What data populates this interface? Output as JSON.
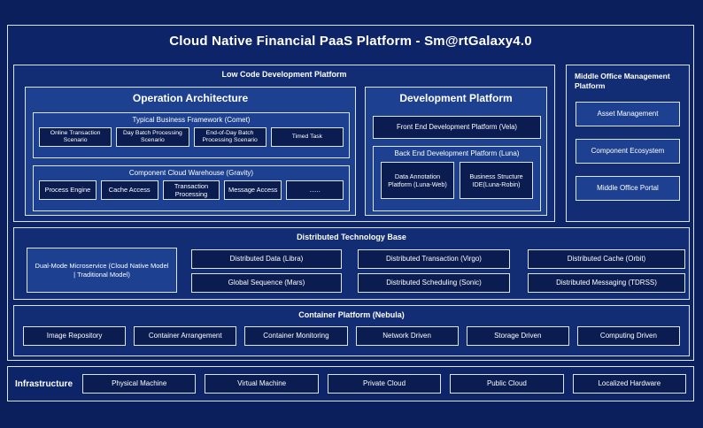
{
  "title": "Cloud Native Financial PaaS Platform - Sm@rtGalaxy4.0",
  "low_code": {
    "title": "Low Code Development Platform",
    "operation_architecture": {
      "title": "Operation Architecture",
      "typical_business": {
        "title": "Typical Business Framework (Comet)",
        "items": [
          "Online Transaction Scenario",
          "Day Batch Processing Scenario",
          "End-of-Day Batch Processing Scenario",
          "Timed Task"
        ]
      },
      "component_cloud": {
        "title": "Component Cloud Warehouse (Gravity)",
        "items": [
          "Process Engine",
          "Cache Access",
          "Transaction Processing",
          "Message Access",
          "......"
        ]
      }
    },
    "development_platform": {
      "title": "Development Platform",
      "front_end": "Front End Development Platform (Vela)",
      "back_end": {
        "title": "Back End Development Platform (Luna)",
        "items": [
          "Data Annotation Platform (Luna-Web)",
          "Business Structure IDE(Luna-Robin)"
        ]
      }
    }
  },
  "middle_office": {
    "title": "Middle Office Management Platform",
    "items": [
      "Asset Management",
      "Component Ecosystem",
      "Middle Office Portal"
    ]
  },
  "distributed": {
    "title": "Distributed Technology Base",
    "dual_mode": "Dual-Mode Microservice (Cloud Native Model | Traditional Model)",
    "row1": [
      "Distributed Data (Libra)",
      "Distributed Transaction (Virgo)",
      "Distributed Cache (Orbit)"
    ],
    "row2": [
      "Global Sequence (Mars)",
      "Distributed Scheduling (Sonic)",
      "Distributed Messaging (TDRSS)"
    ]
  },
  "container_platform": {
    "title": "Container Platform (Nebula)",
    "items": [
      "Image Repository",
      "Container Arrangement",
      "Container Monitoring",
      "Network Driven",
      "Storage Driven",
      "Computing Driven"
    ]
  },
  "infrastructure": {
    "title": "Infrastructure",
    "items": [
      "Physical Machine",
      "Virtual Machine",
      "Private Cloud",
      "Public Cloud",
      "Localized Hardware"
    ]
  }
}
